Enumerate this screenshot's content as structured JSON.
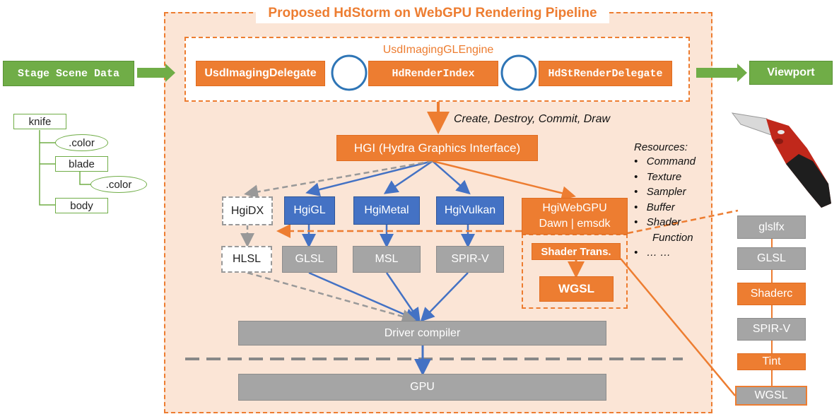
{
  "title": "Proposed HdStorm on WebGPU Rendering Pipeline",
  "engine": {
    "label": "UsdImagingGLEngine",
    "delegate": "UsdImagingDelegate",
    "render_index": "HdRenderIndex",
    "render_delegate": "HdStRenderDelegate"
  },
  "inputs": {
    "stage": "Stage Scene Data",
    "viewport": "Viewport"
  },
  "scene_tree": {
    "knife": "knife",
    "color1": ".color",
    "blade": "blade",
    "color2": ".color",
    "body": "body"
  },
  "hgi": {
    "label": "HGI (Hydra Graphics Interface)",
    "commands": "Create, Destroy, Commit, Draw"
  },
  "backends": {
    "dx": "HgiDX",
    "gl": "HgiGL",
    "metal": "HgiMetal",
    "vulkan": "HgiVulkan",
    "webgpu_line1": "HgiWebGPU",
    "webgpu_line2": "Dawn | emsdk"
  },
  "languages": {
    "hlsl": "HLSL",
    "glsl": "GLSL",
    "msl": "MSL",
    "spirv": "SPIR-V"
  },
  "shader_trans": "Shader Trans.",
  "wgsl": "WGSL",
  "driver_compiler": "Driver compiler",
  "gpu": "GPU",
  "resources": {
    "heading": "Resources:",
    "items": [
      "Command",
      "Texture",
      "Sampler",
      "Buffer",
      "Shader",
      "Function",
      "… …"
    ]
  },
  "translation_chain": [
    "glslfx",
    "GLSL",
    "Shaderc",
    "SPIR-V",
    "Tint",
    "WGSL"
  ],
  "colors": {
    "orange": "#ed7d31",
    "blue": "#4472c4",
    "gray": "#a5a5a5",
    "green": "#70ad47",
    "panel": "#fbe5d6"
  }
}
